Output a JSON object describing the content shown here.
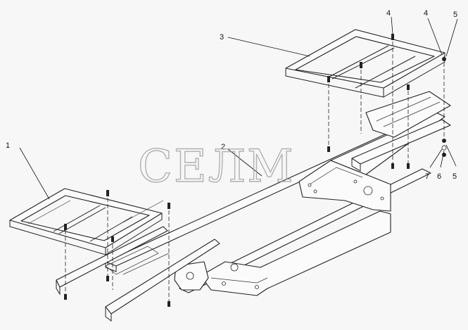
{
  "watermark": "СЕЛМ",
  "callouts": [
    {
      "id": "1"
    },
    {
      "id": "2"
    },
    {
      "id": "3"
    },
    {
      "id": "4"
    },
    {
      "id": "4"
    },
    {
      "id": "5"
    },
    {
      "id": "7"
    },
    {
      "id": "6"
    },
    {
      "id": "5"
    }
  ]
}
